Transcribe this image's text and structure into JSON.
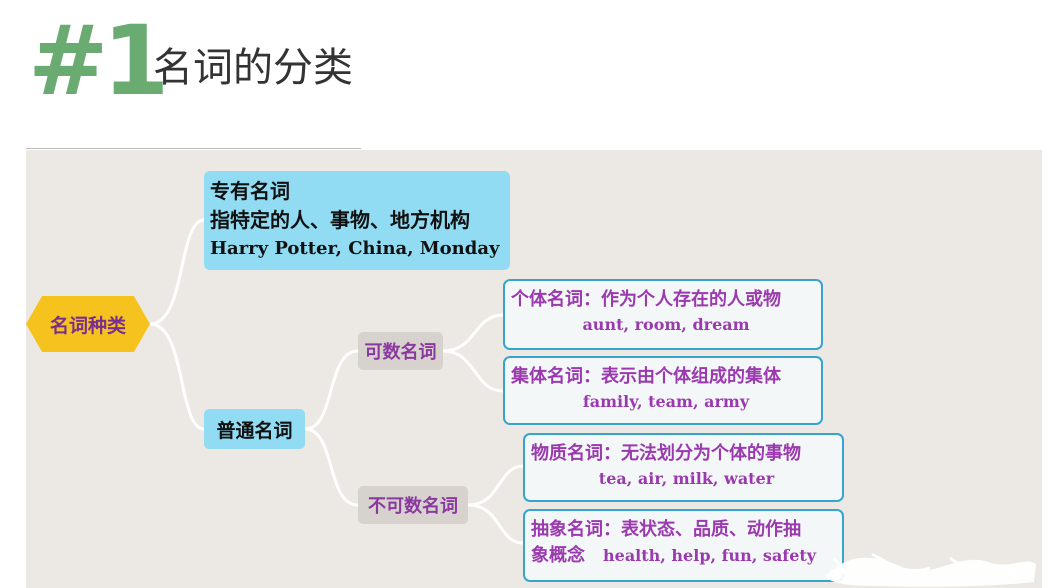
{
  "header": {
    "number": "#1",
    "title": "名词的分类"
  },
  "mindmap": {
    "root": "名词种类",
    "proper": {
      "title": "专有名词",
      "desc": "指特定的人、事物、地方机构",
      "examples": "Harry Potter, China, Monday"
    },
    "common": {
      "title": "普通名词",
      "countable": {
        "title": "可数名词",
        "individual": {
          "title": "个体名词：作为个人存在的人或物",
          "examples": "aunt, room, dream"
        },
        "collective": {
          "title": "集体名词：表示由个体组成的集体",
          "examples": "family, team, army"
        }
      },
      "uncountable": {
        "title": "不可数名词",
        "material": {
          "title": "物质名词：无法划分为个体的事物",
          "examples": "tea, air, milk, water"
        },
        "abstract": {
          "title": "抽象名词：表状态、品质、动作抽",
          "title_cont": "象概念",
          "examples": "health, help, fun, safety"
        }
      }
    }
  },
  "colors": {
    "accent_green": "#6aab72",
    "root_yellow": "#f6c21e",
    "node_blue": "#92dcf3",
    "leaf_border": "#37a4d0",
    "purple_text": "#9a3aae",
    "map_background": "#ece8e3"
  }
}
